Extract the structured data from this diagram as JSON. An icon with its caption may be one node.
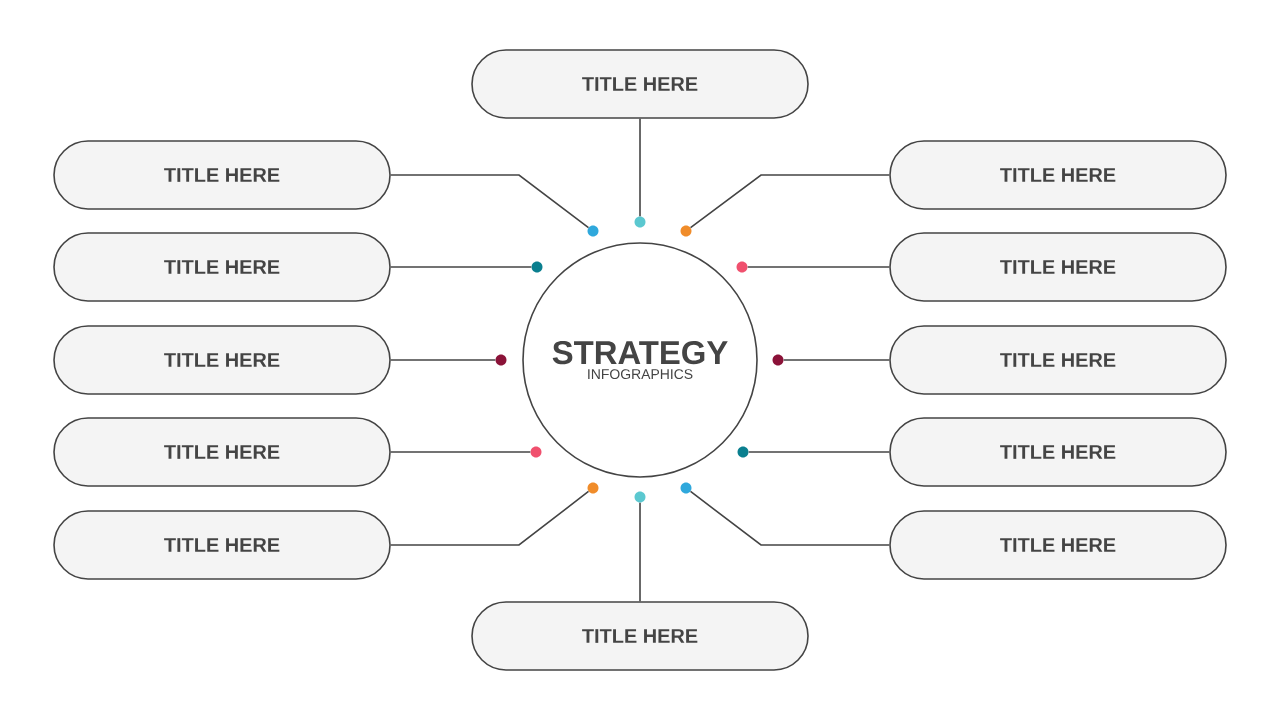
{
  "diagram": {
    "nodes": [
      {
        "text": [
          "TITLE HERE"
        ]
      },
      {
        "text": [
          "TITLE HERE"
        ]
      },
      {
        "text": [
          "TITLE HERE"
        ]
      },
      {
        "text": [
          "TITLE HERE"
        ]
      },
      {
        "text": [
          "TITLE HERE"
        ]
      },
      {
        "text": [
          "TITLE HERE"
        ]
      },
      {
        "text": [
          "STRATEGY",
          "INFOGRAPHICS"
        ]
      },
      {
        "text": [
          "TITLE HERE"
        ]
      },
      {
        "text": [
          "TITLE HERE"
        ]
      },
      {
        "text": [
          "TITLE HERE"
        ]
      },
      {
        "text": [
          "TITLE HERE"
        ]
      },
      {
        "text": [
          "TITLE HERE"
        ]
      },
      {
        "text": [
          "TITLE HERE"
        ]
      },
      {
        "text": [],
        "shape": "circle"
      },
      {
        "text": [],
        "shape": "circle"
      },
      {
        "text": [],
        "shape": "circle"
      },
      {
        "text": [],
        "shape": "circle"
      },
      {
        "text": [],
        "shape": "circle"
      },
      {
        "text": [],
        "shape": "circle"
      },
      {
        "text": [],
        "shape": "circle"
      },
      {
        "text": [],
        "shape": "circle"
      },
      {
        "text": [],
        "shape": "circle"
      },
      {
        "text": [],
        "shape": "circle"
      },
      {
        "text": [],
        "shape": "circle"
      },
      {
        "text": [],
        "shape": "circle"
      }
    ],
    "edges": [
      {
        "from": 0,
        "to": 13,
        "arrow": "none"
      },
      {
        "from": 1,
        "to": 14,
        "arrow": "none"
      },
      {
        "from": 2,
        "to": 15,
        "arrow": "none"
      },
      {
        "from": 3,
        "to": 16,
        "arrow": "none"
      },
      {
        "from": 4,
        "to": 17,
        "arrow": "none"
      },
      {
        "from": 5,
        "to": 18,
        "arrow": "none"
      },
      {
        "from": 7,
        "to": 19,
        "arrow": "none"
      },
      {
        "from": 8,
        "to": 20,
        "arrow": "none"
      },
      {
        "from": 9,
        "to": 21,
        "arrow": "none"
      },
      {
        "from": 10,
        "to": 22,
        "arrow": "none"
      },
      {
        "from": 11,
        "to": 23,
        "arrow": "none"
      },
      {
        "from": 12,
        "to": 24,
        "arrow": "none"
      }
    ]
  }
}
